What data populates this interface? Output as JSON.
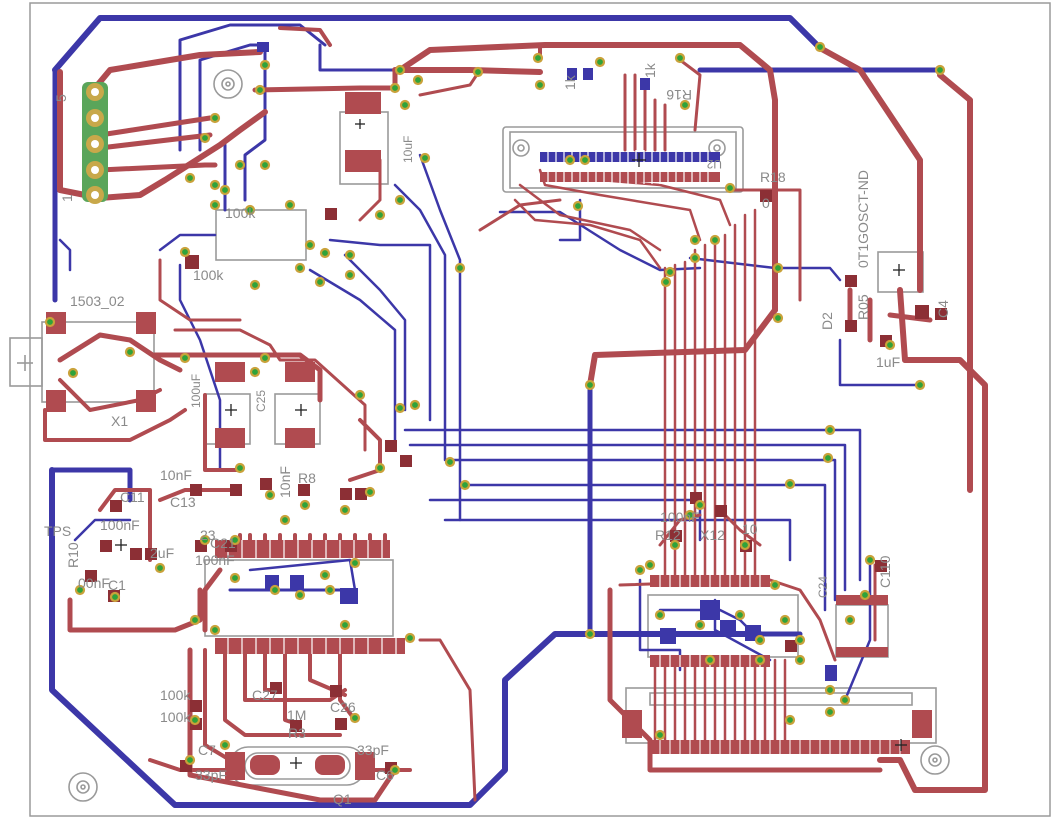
{
  "colors": {
    "background": "#ffffff",
    "top_copper": "#b04b50",
    "bottom_copper": "#3c37a8",
    "silkscreen": "#9a9a9a",
    "via_fill": "#2fa33a",
    "via_ring": "#c9a23a",
    "pad_green": "#5aa55a",
    "board_outline": "#9a9a9a"
  },
  "labels": {
    "j1_pin5": "5",
    "j1_pin1": "1",
    "conn_1503": "1503_02",
    "x1": "X1",
    "c13": "C13",
    "c13_val": "10nF",
    "tps": "TPS",
    "r10": "R10",
    "nf100": "100nF",
    "uf2": "2uF",
    "c1": "C1",
    "nf100b": "00nF",
    "cap_100uf": "100uF",
    "c25": "C25",
    "k100": "100k",
    "r8": "R8",
    "nf10": "10nF",
    "c7": "C7",
    "pf33a": "33pF",
    "pf33b": "33pF",
    "c6": "C6",
    "q1": "Q1",
    "r3": "R3",
    "c26": "C26",
    "m1": "1M",
    "k100b": "100k",
    "k100c": "100k",
    "c27": "C27",
    "r18": "R18",
    "r18_val": "0",
    "d2": "D2",
    "c4": "C4",
    "uf1": "1uF",
    "r05": "R05",
    "part_number": "0T1GOSCT-ND",
    "u2": "U2",
    "r16": "R16",
    "k1": "1k",
    "k1b": "1k",
    "c110": "C110",
    "c24": "C24",
    "r12": "R12",
    "x12": "X12",
    "ten": "10",
    "nf100c": "100nF",
    "lbl_100k_top": "100k",
    "c21": "C21",
    "lbl_23": "23",
    "nf100d": "100nF",
    "c11": "C11",
    "uf10": "10uF"
  }
}
